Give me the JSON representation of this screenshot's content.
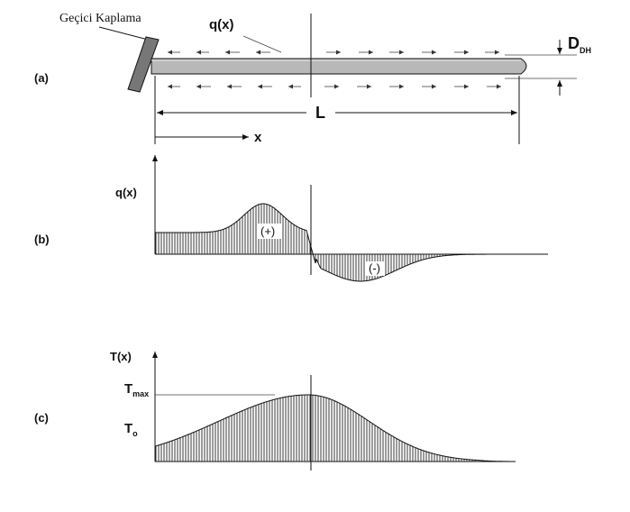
{
  "panel_a": {
    "tag": "(a)",
    "coating_label": "Geçici Kaplama",
    "flux_label": "q(x)",
    "length_label": "L",
    "x_label": "x",
    "diameter_label": "D",
    "diameter_sub": "DH"
  },
  "panel_b": {
    "tag": "(b)",
    "y_label": "q(x)",
    "positive_label": "(+)",
    "negative_label": "(-)"
  },
  "panel_c": {
    "tag": "(c)",
    "y_label": "T(x)",
    "tmax_label": "T",
    "tmax_sub": "max",
    "to_label": "T",
    "to_sub": "o"
  },
  "colors": {
    "ink": "#111111",
    "rod_fill": "#b8b8b8",
    "plate_fill": "#777777"
  }
}
